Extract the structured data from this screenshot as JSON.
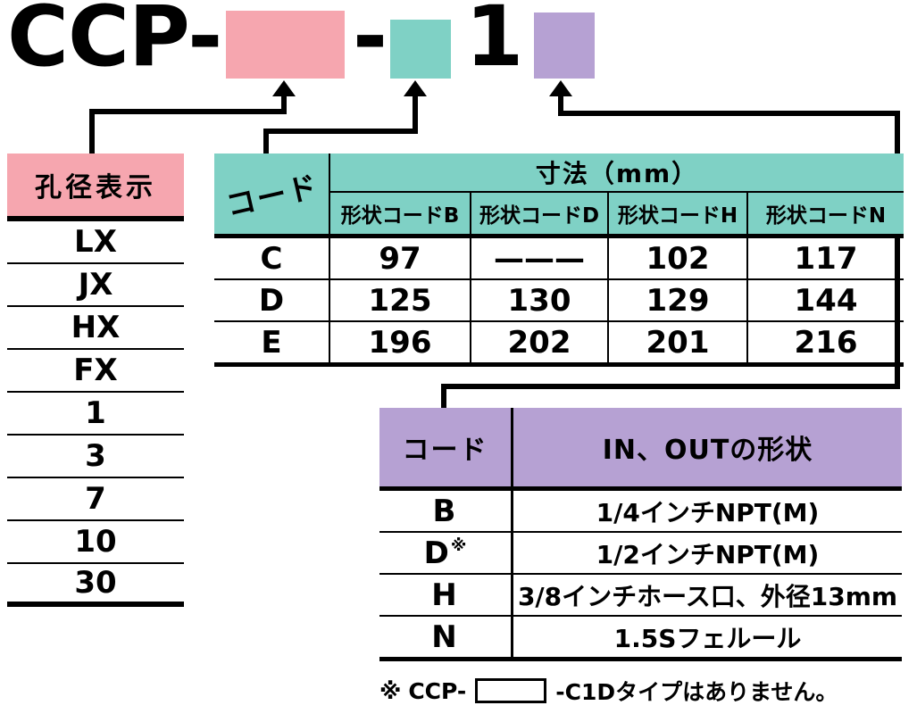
{
  "model_code": {
    "prefix": "CCP-",
    "dash": "-",
    "digit": "1"
  },
  "colors": {
    "pink": "#F6A6AF",
    "teal": "#7FD1C5",
    "purple": "#B6A1D3"
  },
  "bore_table": {
    "header": "孔径表示",
    "rows": [
      "LX",
      "JX",
      "HX",
      "FX",
      "1",
      "3",
      "7",
      "10",
      "30"
    ]
  },
  "dimension_table": {
    "code_header": "コード",
    "size_header": "寸法（mm）",
    "columns": [
      "形状コードB",
      "形状コードD",
      "形状コードH",
      "形状コードN"
    ],
    "rows": [
      {
        "code": "C",
        "b": "97",
        "d": "———",
        "h": "102",
        "n": "117"
      },
      {
        "code": "D",
        "b": "125",
        "d": "130",
        "h": "129",
        "n": "144"
      },
      {
        "code": "E",
        "b": "196",
        "d": "202",
        "h": "201",
        "n": "216"
      }
    ]
  },
  "shape_table": {
    "code_header": "コード",
    "shape_header": "IN、OUTの形状",
    "rows": [
      {
        "code": "B",
        "note": "",
        "shape": "1/4インチNPT(M)"
      },
      {
        "code": "D",
        "note": "※",
        "shape": "1/2インチNPT(M)"
      },
      {
        "code": "H",
        "note": "",
        "shape": "3/8インチホース口、外径13mm"
      },
      {
        "code": "N",
        "note": "",
        "shape": "1.5Sフェルール"
      }
    ]
  },
  "footnote": {
    "marker": "※",
    "before_box": "CCP-",
    "after_box": "-C1Dタイプはありません。"
  }
}
